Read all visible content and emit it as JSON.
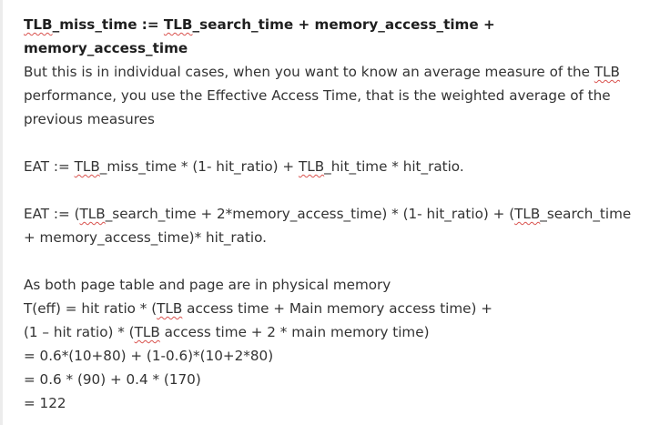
{
  "document": {
    "heading": {
      "line1": {
        "a": "TLB",
        "b": "_miss_time := ",
        "c": "TLB",
        "d": "_search_time + memory_access_time +"
      },
      "line2": "memory_access_time"
    },
    "intro": {
      "line1_a": "But this is in individual cases, when you want to know an average measure of the ",
      "line1_b": "TLB",
      "line2": "performance, you use the Effective Access Time, that is the weighted average of the",
      "line3": "previous measures"
    },
    "eat1": {
      "a": "EAT := ",
      "b": "TLB",
      "c": "_miss_time * (1- hit_ratio) + ",
      "d": "TLB",
      "e": "_hit_time * hit_ratio."
    },
    "eat2": {
      "line1_a": "EAT := (",
      "line1_b": "TLB",
      "line1_c": "_search_time + 2*memory_access_time) * (1- hit_ratio) + (",
      "line1_d": "TLB",
      "line1_e": "_search_time",
      "line2": "+ memory_access_time)* hit_ratio."
    },
    "example": {
      "intro": "As both page table and page are in physical memory",
      "teff_a": "T(eff) = hit ratio * (",
      "teff_b": "TLB",
      "teff_c": " access time + Main memory access time) +",
      "miss_a": "(1 – hit ratio) * (",
      "miss_b": "TLB",
      "miss_c": " access time + 2 * main memory time)",
      "step1": "= 0.6*(10+80) + (1-0.6)*(10+2*80)",
      "step2": "= 0.6 * (90) + 0.4 * (170)",
      "result": "= 122"
    }
  }
}
